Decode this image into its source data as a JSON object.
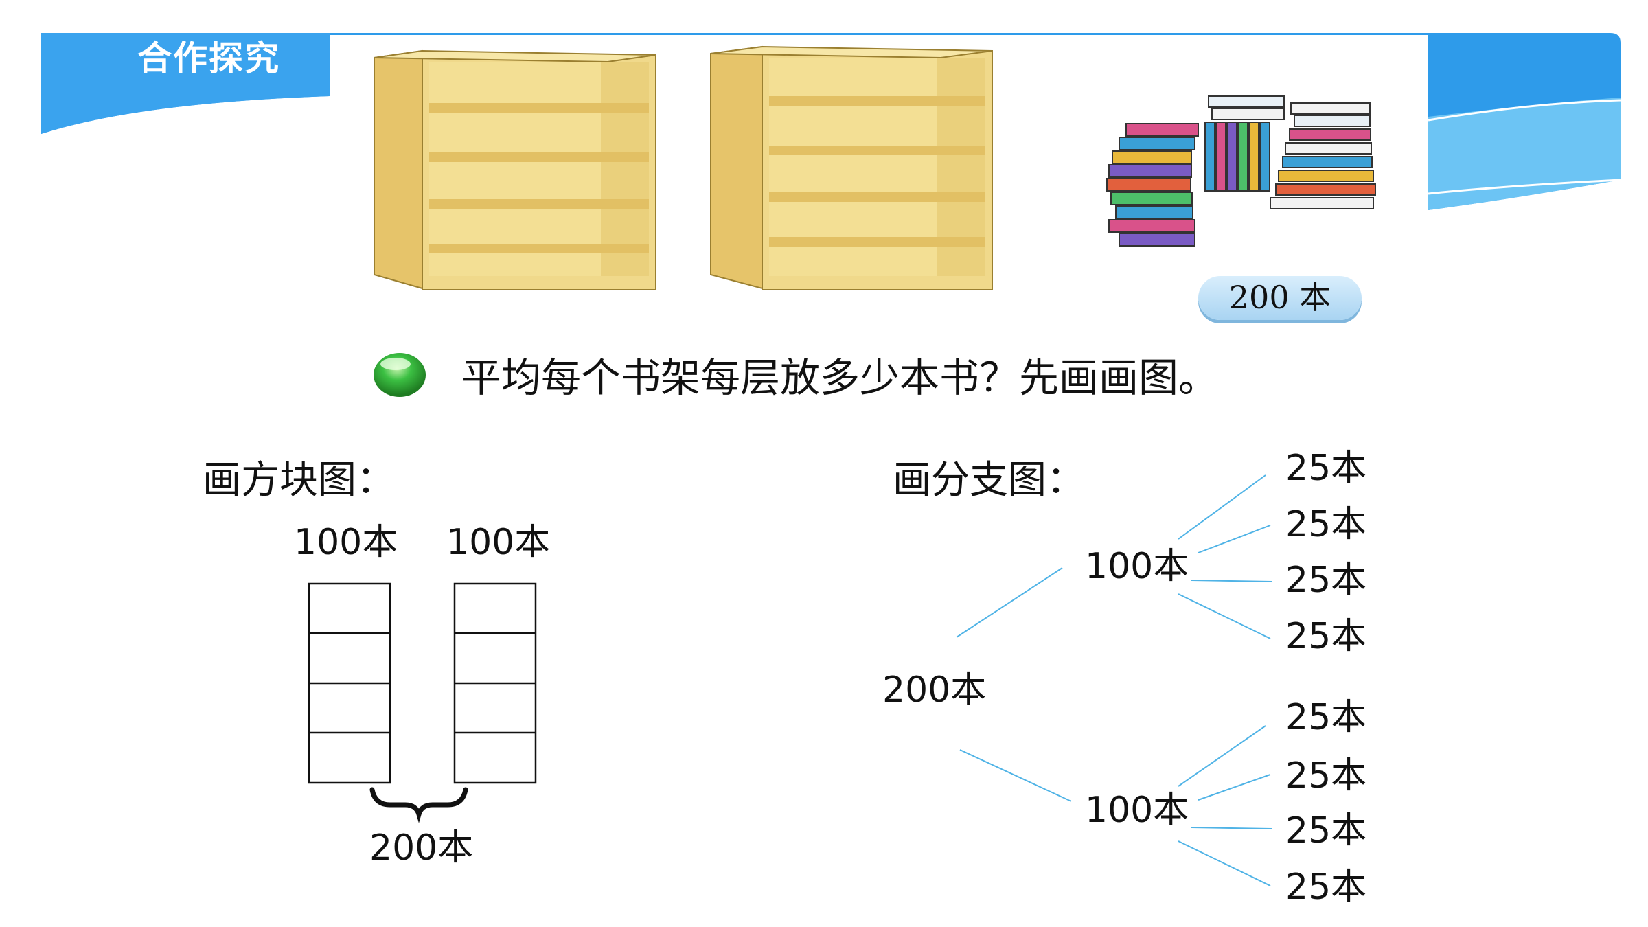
{
  "header": {
    "title": "合作探究",
    "colors": {
      "band": "#2e9bea",
      "band_light": "#6cc4f4",
      "accent": "#1b86d6"
    }
  },
  "illustration": {
    "icons": [
      "bookshelf-icon",
      "bookshelf-icon",
      "book-pile-icon"
    ],
    "books_label": "200 本"
  },
  "question": {
    "bullet_icon": "green-ball-icon",
    "text": "平均每个书架每层放多少本书？先画画图。"
  },
  "block_diagram": {
    "title": "画方块图：",
    "columns": [
      {
        "label": "100本",
        "cells": 4
      },
      {
        "label": "100本",
        "cells": 4
      }
    ],
    "total_label": "200本"
  },
  "branch_diagram": {
    "title": "画分支图：",
    "root": "200本",
    "branches": [
      {
        "label": "100本",
        "leaves": [
          "25本",
          "25本",
          "25本",
          "25本"
        ]
      },
      {
        "label": "100本",
        "leaves": [
          "25本",
          "25本",
          "25本",
          "25本"
        ]
      }
    ],
    "line_color": "#4fb3e6"
  }
}
